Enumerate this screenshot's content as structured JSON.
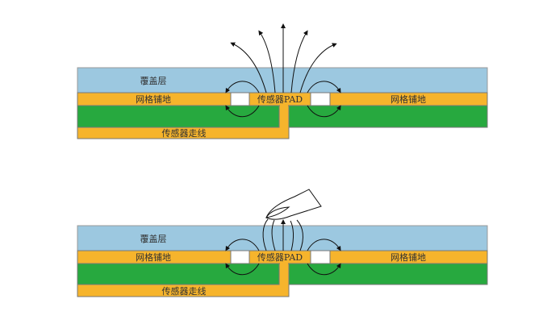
{
  "colors": {
    "overlay": "#9cc8e0",
    "copper": "#f6b42c",
    "substrate": "#27a93f",
    "gap": "#ffffff",
    "stroke": "#777777",
    "field": "#111111"
  },
  "diagrams": [
    {
      "name": "no-touch",
      "labels": {
        "overlay": "覆盖层",
        "ground_left": "网格铺地",
        "ground_right": "网格铺地",
        "pad": "传感器PAD",
        "trace": "传感器走线"
      }
    },
    {
      "name": "finger-touch",
      "labels": {
        "overlay": "覆盖层",
        "ground_left": "网格铺地",
        "ground_right": "网格铺地",
        "pad": "传感器PAD",
        "trace": "传感器走线"
      }
    }
  ]
}
